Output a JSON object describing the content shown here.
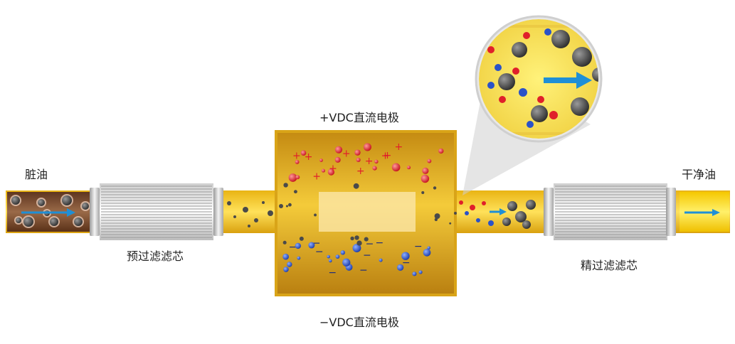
{
  "labels": {
    "dirty_oil": "脏油",
    "clean_oil": "干净油",
    "pre_filter": "预过滤滤芯",
    "fine_filter": "精过滤滤芯",
    "positive_electrode": "+VDC直流电极",
    "negative_electrode": "−VDC直流电极"
  },
  "symbols": {
    "plus": "+",
    "minus": "−"
  },
  "colors": {
    "pipe_yellow": "#f2c61f",
    "chamber_gold": "#d9a418",
    "dirty_oil_brown": "#7a4a2c",
    "clean_oil_yellow": "#ffd800",
    "flow_arrow_blue": "#1f8fd6",
    "positive_red": "#e0202a",
    "negative_blue": "#2a52c8",
    "particle_gray": "#4a4a4a"
  }
}
